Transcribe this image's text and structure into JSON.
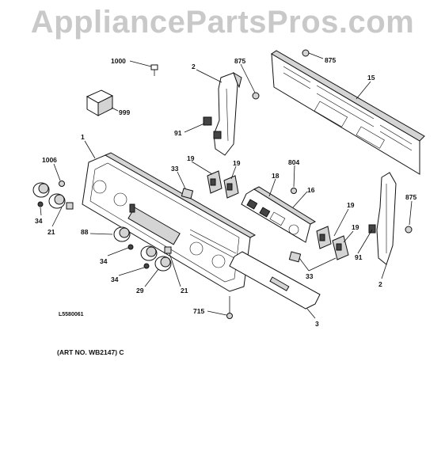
{
  "watermark": "AppliancePartsPros.com",
  "labels": {
    "p1000": "1000",
    "p999": "999",
    "p2a": "2",
    "p875a": "875",
    "p875b": "875",
    "p15": "15",
    "p91a": "91",
    "p1": "1",
    "p1006": "1006",
    "p19a": "19",
    "p19b": "19",
    "p33a": "33",
    "p804": "804",
    "p18": "18",
    "p16": "16",
    "p875c": "875",
    "p34a": "34",
    "p21a": "21",
    "p88": "88",
    "p34b": "34",
    "p34c": "34",
    "p29": "29",
    "p21b": "21",
    "p19c": "19",
    "p19d": "19",
    "p91b": "91",
    "p33b": "33",
    "p2b": "2",
    "p3": "3",
    "p715": "715"
  },
  "diagram_code": "L5580061",
  "art_number": "(ART NO. WB2147) C"
}
